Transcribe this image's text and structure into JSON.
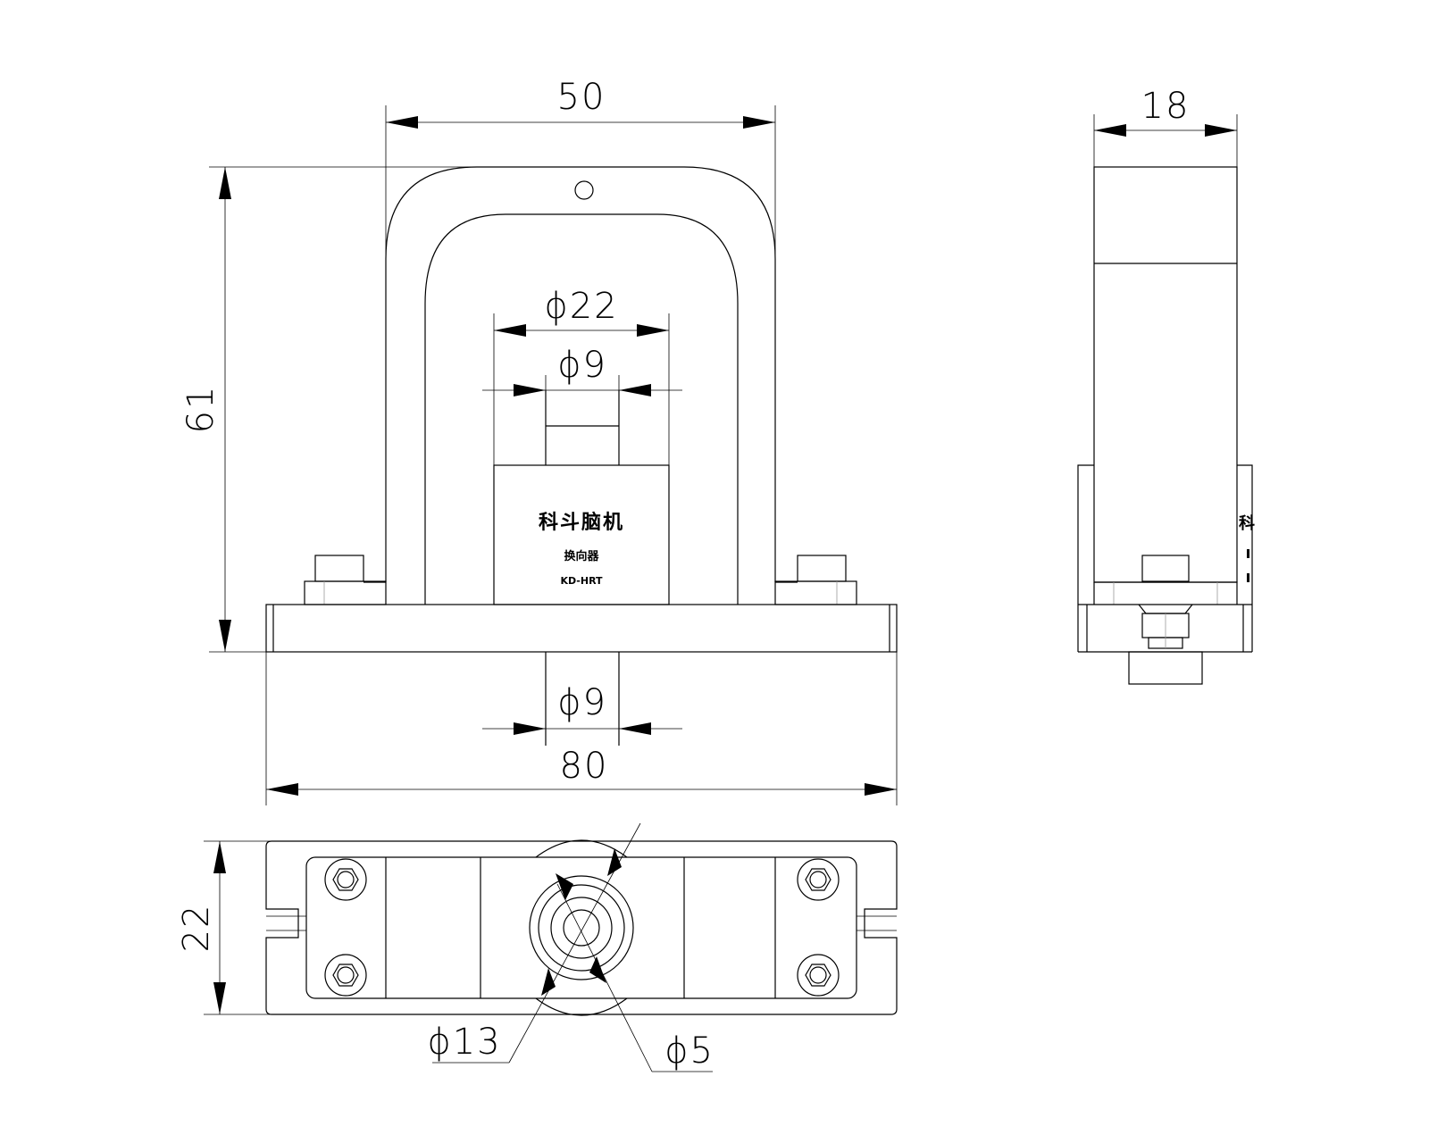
{
  "dimensions": {
    "top_width": "50",
    "height": "61",
    "inner_diameter": "ϕ22",
    "hole_top": "ϕ9",
    "hole_bottom": "ϕ9",
    "base_width": "80",
    "side_width": "18",
    "bottom_depth": "22",
    "ring_diameter": "ϕ13",
    "center_hole": "ϕ5"
  },
  "label": {
    "brand": "科斗脑机",
    "product": "换向器",
    "model": "KD-HRT",
    "side_brand": "科"
  }
}
